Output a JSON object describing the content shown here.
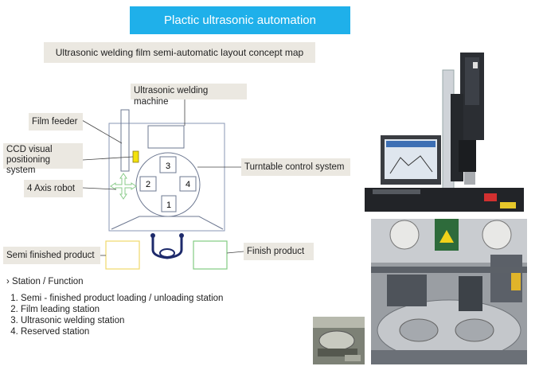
{
  "title": "Plactic ultrasonic automation",
  "subtitle": "Ultrasonic welding film semi-automatic layout concept map",
  "labels": {
    "ultrasonic_machine": "Ultrasonic welding machine",
    "film_feeder": "Film feeder",
    "ccd": "CCD visual positioning system",
    "robot": "4 Axis robot",
    "turntable": "Turntable control system",
    "semi_finished": "Semi finished product",
    "finish": "Finish product"
  },
  "station_numbers": [
    "1",
    "2",
    "3",
    "4"
  ],
  "stations_heading": "Station / Function",
  "stations": [
    "Semi - finished product loading / unloading station",
    "Film leading station",
    "Ultrasonic welding station",
    "Reserved station"
  ],
  "colors": {
    "banner": "#1fb0ea",
    "label_bg": "#ebe8e1",
    "robot_arrow": "#9bd39b",
    "ccd_yellow": "#f3e10c",
    "product_box_semi": "#f4e28a",
    "product_box_finish": "#8fd48f"
  }
}
